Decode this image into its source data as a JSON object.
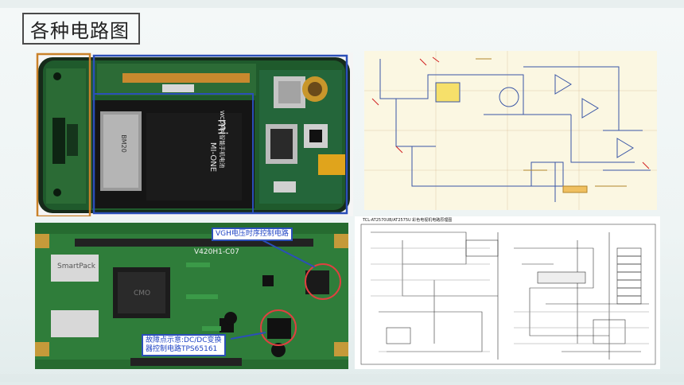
{
  "slide": {
    "title": "各种电路图"
  },
  "phone_board": {
    "battery_brand": "MI-ONE",
    "battery_logo": "mi",
    "battery_model": "WCDMA 智能手机电池",
    "battery_spec": "BM20"
  },
  "tcon_board": {
    "board_model": "V420H1-C07",
    "callout_top": "VGH电压时序控制电路",
    "callout_bottom_line1": "故障点示意:DC/DC变换",
    "callout_bottom_line2": "器控制电路TPS65161",
    "chip_label": "CMO",
    "side_label": "SmartPack"
  },
  "tv_schematic": {
    "header": "TCL-AT2570UB/AT2575U 彩色电视机电路原理图"
  },
  "colors": {
    "pcb_green": "#2f7d3a",
    "phone_green": "#1f5a2c",
    "callout_blue": "#2b4fb8",
    "highlight_orange": "#c9822a",
    "schematic_bg": "#fbf7e2"
  }
}
